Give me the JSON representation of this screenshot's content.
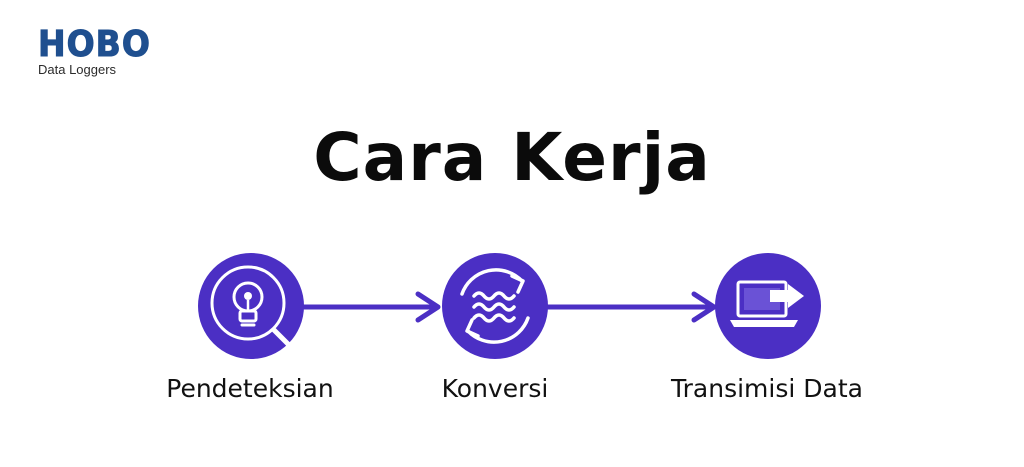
{
  "logo": {
    "brand": "HOBO",
    "tagline": "Data Loggers"
  },
  "title": "Cara Kerja",
  "steps": [
    {
      "label": "Pendeteksian",
      "icon": "lightbulb-search-icon"
    },
    {
      "label": "Konversi",
      "icon": "conversion-cycle-icon"
    },
    {
      "label": "Transimisi Data",
      "icon": "laptop-transfer-icon"
    }
  ],
  "colors": {
    "accent": "#4b2fc4",
    "accent_light": "#5b3ddb",
    "title": "#0b0b0b",
    "logo": "#1f4f8f"
  }
}
